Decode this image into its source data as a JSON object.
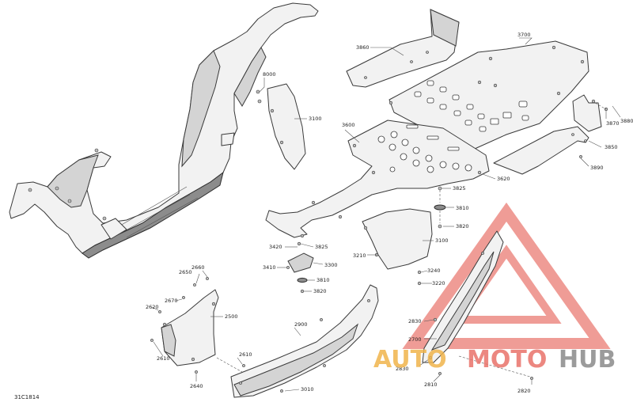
{
  "diagram": {
    "document_id": "31C1814",
    "callouts": {
      "c8000": "8000",
      "c3100a": "3100",
      "c3860": "3860",
      "c3700": "3700",
      "c3870": "3870",
      "c3880": "3880",
      "c3850": "3850",
      "c3890": "3890",
      "c3600": "3600",
      "c3620": "3620",
      "c3825a": "3825",
      "c3810a": "3810",
      "c3820a": "3820",
      "c3100b": "3100",
      "c3210": "3210",
      "c3420": "3420",
      "c3825b": "3825",
      "c3410": "3410",
      "c3300": "3300",
      "c3810b": "3810",
      "c3820b": "3820",
      "c3240": "3240",
      "c3220": "3220",
      "c2660": "2660",
      "c2650": "2650",
      "c2670": "2670",
      "c2620": "2620",
      "c2500": "2500",
      "c2610a": "2610",
      "c2610b": "2610",
      "c2640": "2640",
      "c2900": "2900",
      "c3010": "3010",
      "c2830a": "2830",
      "c2700": "2700",
      "c2830b": "2830",
      "c2810": "2810",
      "c2820": "2820"
    }
  },
  "watermark": {
    "auto": "AUTO",
    "moto": "MOTO",
    "hub": "HUB",
    "colors": {
      "auto": "#f0b44c",
      "moto": "#e9736a",
      "hub": "#8a8a8a",
      "triangle": "#e9736a"
    }
  }
}
